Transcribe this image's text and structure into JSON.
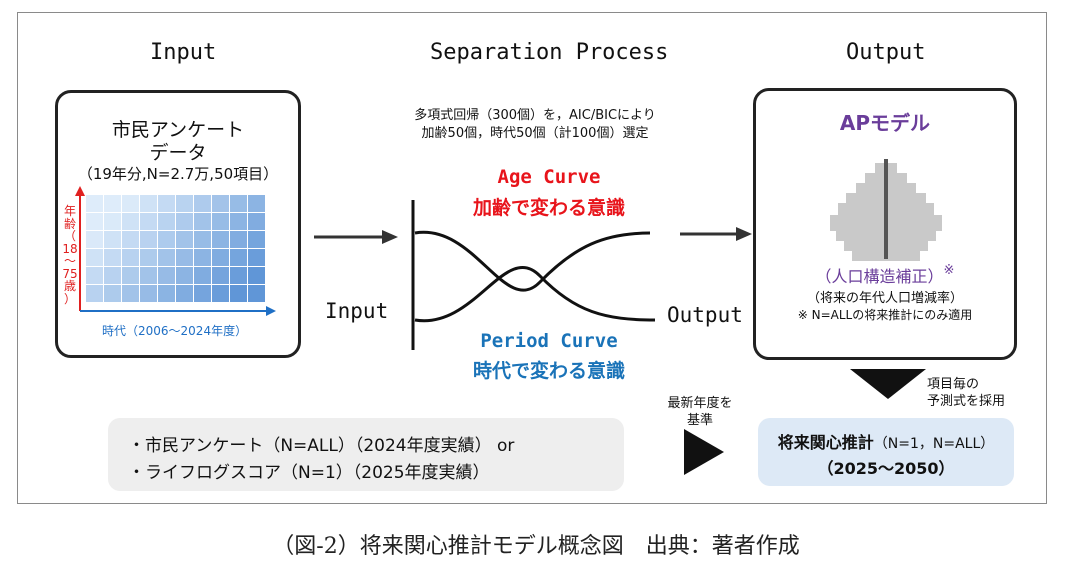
{
  "columns": {
    "input": "Input",
    "process": "Separation Process",
    "output": "Output"
  },
  "input_box": {
    "title_line1": "市民アンケート",
    "title_line2": "データ",
    "subtitle": "（19年分,N=2.7万,50項目）",
    "y_axis_label": [
      "年",
      "齢",
      "（",
      "18",
      "〜",
      "75",
      "歳",
      "）"
    ],
    "x_axis_label": "時代（2006〜2024年度）"
  },
  "process": {
    "note_line1": "多項式回帰（300個）を，AIC/BICにより",
    "note_line2": "加齢50個，時代50個（計100個）選定",
    "age_curve_title": "Age Curve",
    "age_curve_sub": "加齢で変わる意識",
    "period_curve_title": "Period Curve",
    "period_curve_sub": "時代で変わる意識",
    "left_label": "Input",
    "right_label": "Output",
    "colors": {
      "age": "#e8141b",
      "period": "#1a73b8"
    }
  },
  "output_box": {
    "title": "APモデル",
    "correction": "（人口構造補正）",
    "correction_mark": "※",
    "correction_sub": "（将来の年代人口増減率）",
    "note": "※ N=ALLの将来推計にのみ適用",
    "title_color": "#6a3d9a"
  },
  "right_note": {
    "line1": "項目毎の",
    "line2": "予測式を採用"
  },
  "mid_note": {
    "line1": "最新年度を",
    "line2": "基準"
  },
  "bottom_left": {
    "line1": "・市民アンケート（N=ALL）（2024年度実績） or",
    "line2": "・ライフログスコア（N=1）（2025年度実績）"
  },
  "bottom_right": {
    "title_bold": "将来関心推計",
    "title_rest": "（N=1，N=ALL）",
    "years": "（2025〜2050）"
  },
  "caption": "（図-2）将来関心推計モデル概念図　出典：著者作成"
}
